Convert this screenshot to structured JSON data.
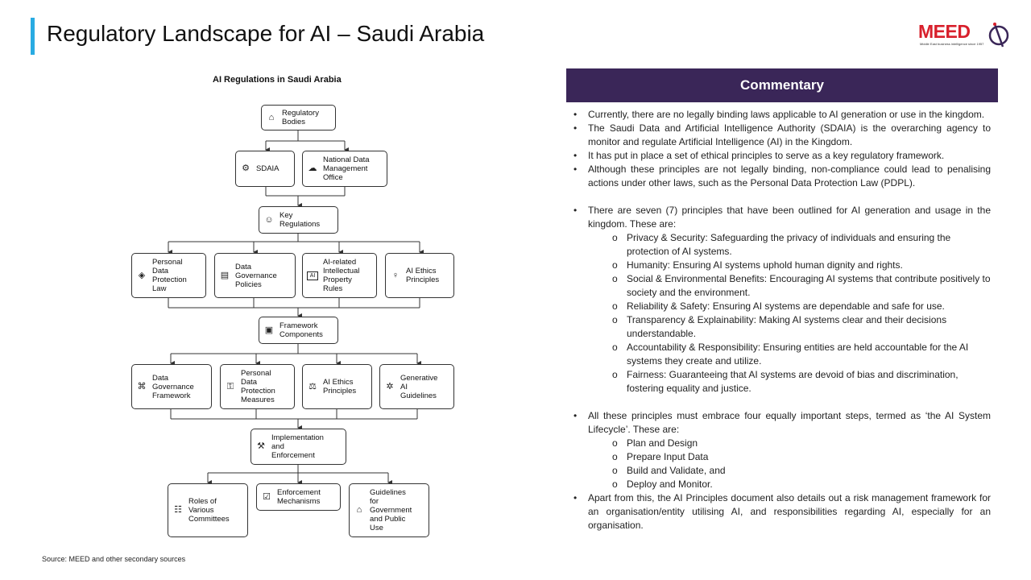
{
  "header": {
    "title": "Regulatory Landscape for AI – Saudi Arabia",
    "logo_text": "MEED",
    "logo_tagline": "Middle East business intelligence since 1957",
    "accent_color": "#29abe2",
    "logo_color": "#d8202c"
  },
  "diagram": {
    "title": "AI Regulations in Saudi Arabia",
    "nodes": {
      "regulatory_bodies": {
        "label": "Regulatory\nBodies",
        "icon": "building-icon"
      },
      "sdaia": {
        "label": "SDAIA",
        "icon": "chip-icon"
      },
      "ndmo": {
        "label": "National Data\nManagement\nOffice",
        "icon": "cloud-icon"
      },
      "key_regulations": {
        "label": "Key\nRegulations",
        "icon": "people-icon"
      },
      "pdpl": {
        "label": "Personal\nData\nProtection\nLaw",
        "icon": "shield-icon"
      },
      "data_gov_policies": {
        "label": "Data\nGovernance\nPolicies",
        "icon": "document-icon"
      },
      "ai_ip_rules": {
        "label": "AI-related\nIntellectual\nProperty\nRules",
        "icon": "ai-icon"
      },
      "ai_ethics_principles": {
        "label": "AI Ethics\nPrinciples",
        "icon": "bulb-icon"
      },
      "framework_components": {
        "label": "Framework\nComponents",
        "icon": "puzzle-icon"
      },
      "data_gov_framework": {
        "label": "Data\nGovernance\nFramework",
        "icon": "network-icon"
      },
      "pdp_measures": {
        "label": "Personal\nData\nProtection\nMeasures",
        "icon": "lock-icon"
      },
      "ai_ethics_principles_2": {
        "label": "AI Ethics\nPrinciples",
        "icon": "scales-icon"
      },
      "gen_ai_guidelines": {
        "label": "Generative\nAI\nGuidelines",
        "icon": "gear-icon"
      },
      "implementation": {
        "label": "Implementation\nand\nEnforcement",
        "icon": "gavel-icon"
      },
      "roles_committees": {
        "label": "Roles of\nVarious\nCommittees",
        "icon": "team-icon"
      },
      "enforcement_mechanisms": {
        "label": "Enforcement\nMechanisms",
        "icon": "person-check-icon"
      },
      "guidelines_gov": {
        "label": "Guidelines\nfor\nGovernment\nand Public\nUse",
        "icon": "government-icon"
      }
    }
  },
  "commentary": {
    "heading": "Commentary",
    "header_color": "#3a2658",
    "bullets_1": [
      "Currently, there are no legally binding laws applicable to AI generation or use in the kingdom.",
      "The Saudi Data and Artificial Intelligence Authority (SDAIA) is the overarching agency to monitor and regulate Artificial Intelligence (AI) in the Kingdom.",
      "It has put in place a set of ethical principles to serve as a key regulatory framework.",
      "Although these principles are not legally binding, non-compliance could lead to penalising actions under other laws, such as the Personal Data Protection Law (PDPL)."
    ],
    "principles_intro": "There are seven (7) principles that have been outlined for AI generation and usage in the kingdom. These are:",
    "principles": [
      "Privacy & Security: Safeguarding the privacy of individuals and ensuring the protection of AI systems.",
      "Humanity: Ensuring AI systems uphold human dignity and rights.",
      "Social & Environmental Benefits: Encouraging AI systems that contribute positively to society and the environment.",
      "Reliability & Safety: Ensuring AI systems are dependable and safe for use.",
      "Transparency & Explainability: Making AI systems clear and their decisions understandable.",
      "Accountability & Responsibility: Ensuring entities are held accountable for the AI systems they create and utilize.",
      "Fairness: Guaranteeing that AI systems are devoid of bias and discrimination, fostering equality and justice."
    ],
    "lifecycle_intro": "All these principles must embrace four equally important steps, termed as ‘the AI System Lifecycle’. These are:",
    "lifecycle": [
      "Plan and Design",
      "Prepare Input Data",
      "Build and Validate, and",
      "Deploy and Monitor."
    ],
    "closing": "Apart from this, the AI Principles document also details out a risk management framework for an organisation/entity  utilising AI, and responsibilities regarding AI, especially for an organisation."
  },
  "footer": {
    "source": "Source: MEED and other secondary sources"
  }
}
